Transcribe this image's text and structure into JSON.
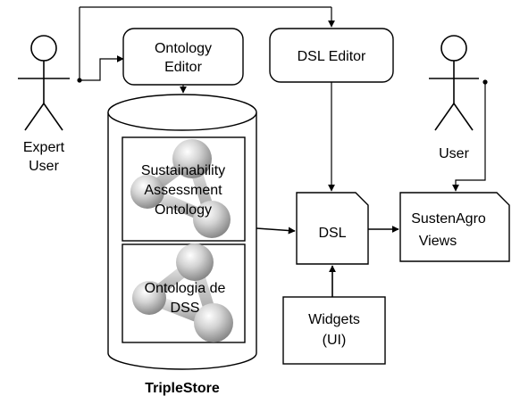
{
  "actors": {
    "expert_user": {
      "line1": "Expert",
      "line2": "User"
    },
    "user": {
      "label": "User"
    }
  },
  "ontology_editor": {
    "line1": "Ontology",
    "line2": "Editor"
  },
  "dsl_editor": {
    "label": "DSL Editor"
  },
  "triplestore": {
    "label": "TripleStore",
    "ontologies": [
      {
        "line1": "Sustainability",
        "line2": "Assessment",
        "line3": "Ontology"
      },
      {
        "line1": "Ontologia de",
        "line2": "DSS"
      }
    ]
  },
  "dsl": {
    "label": "DSL"
  },
  "views": {
    "line1": "SustenAgro",
    "line2": "Views"
  },
  "widgets": {
    "line1": "Widgets",
    "line2": "(UI)"
  },
  "colors": {
    "stroke": "#000000",
    "ball": "#b3b3b3"
  }
}
